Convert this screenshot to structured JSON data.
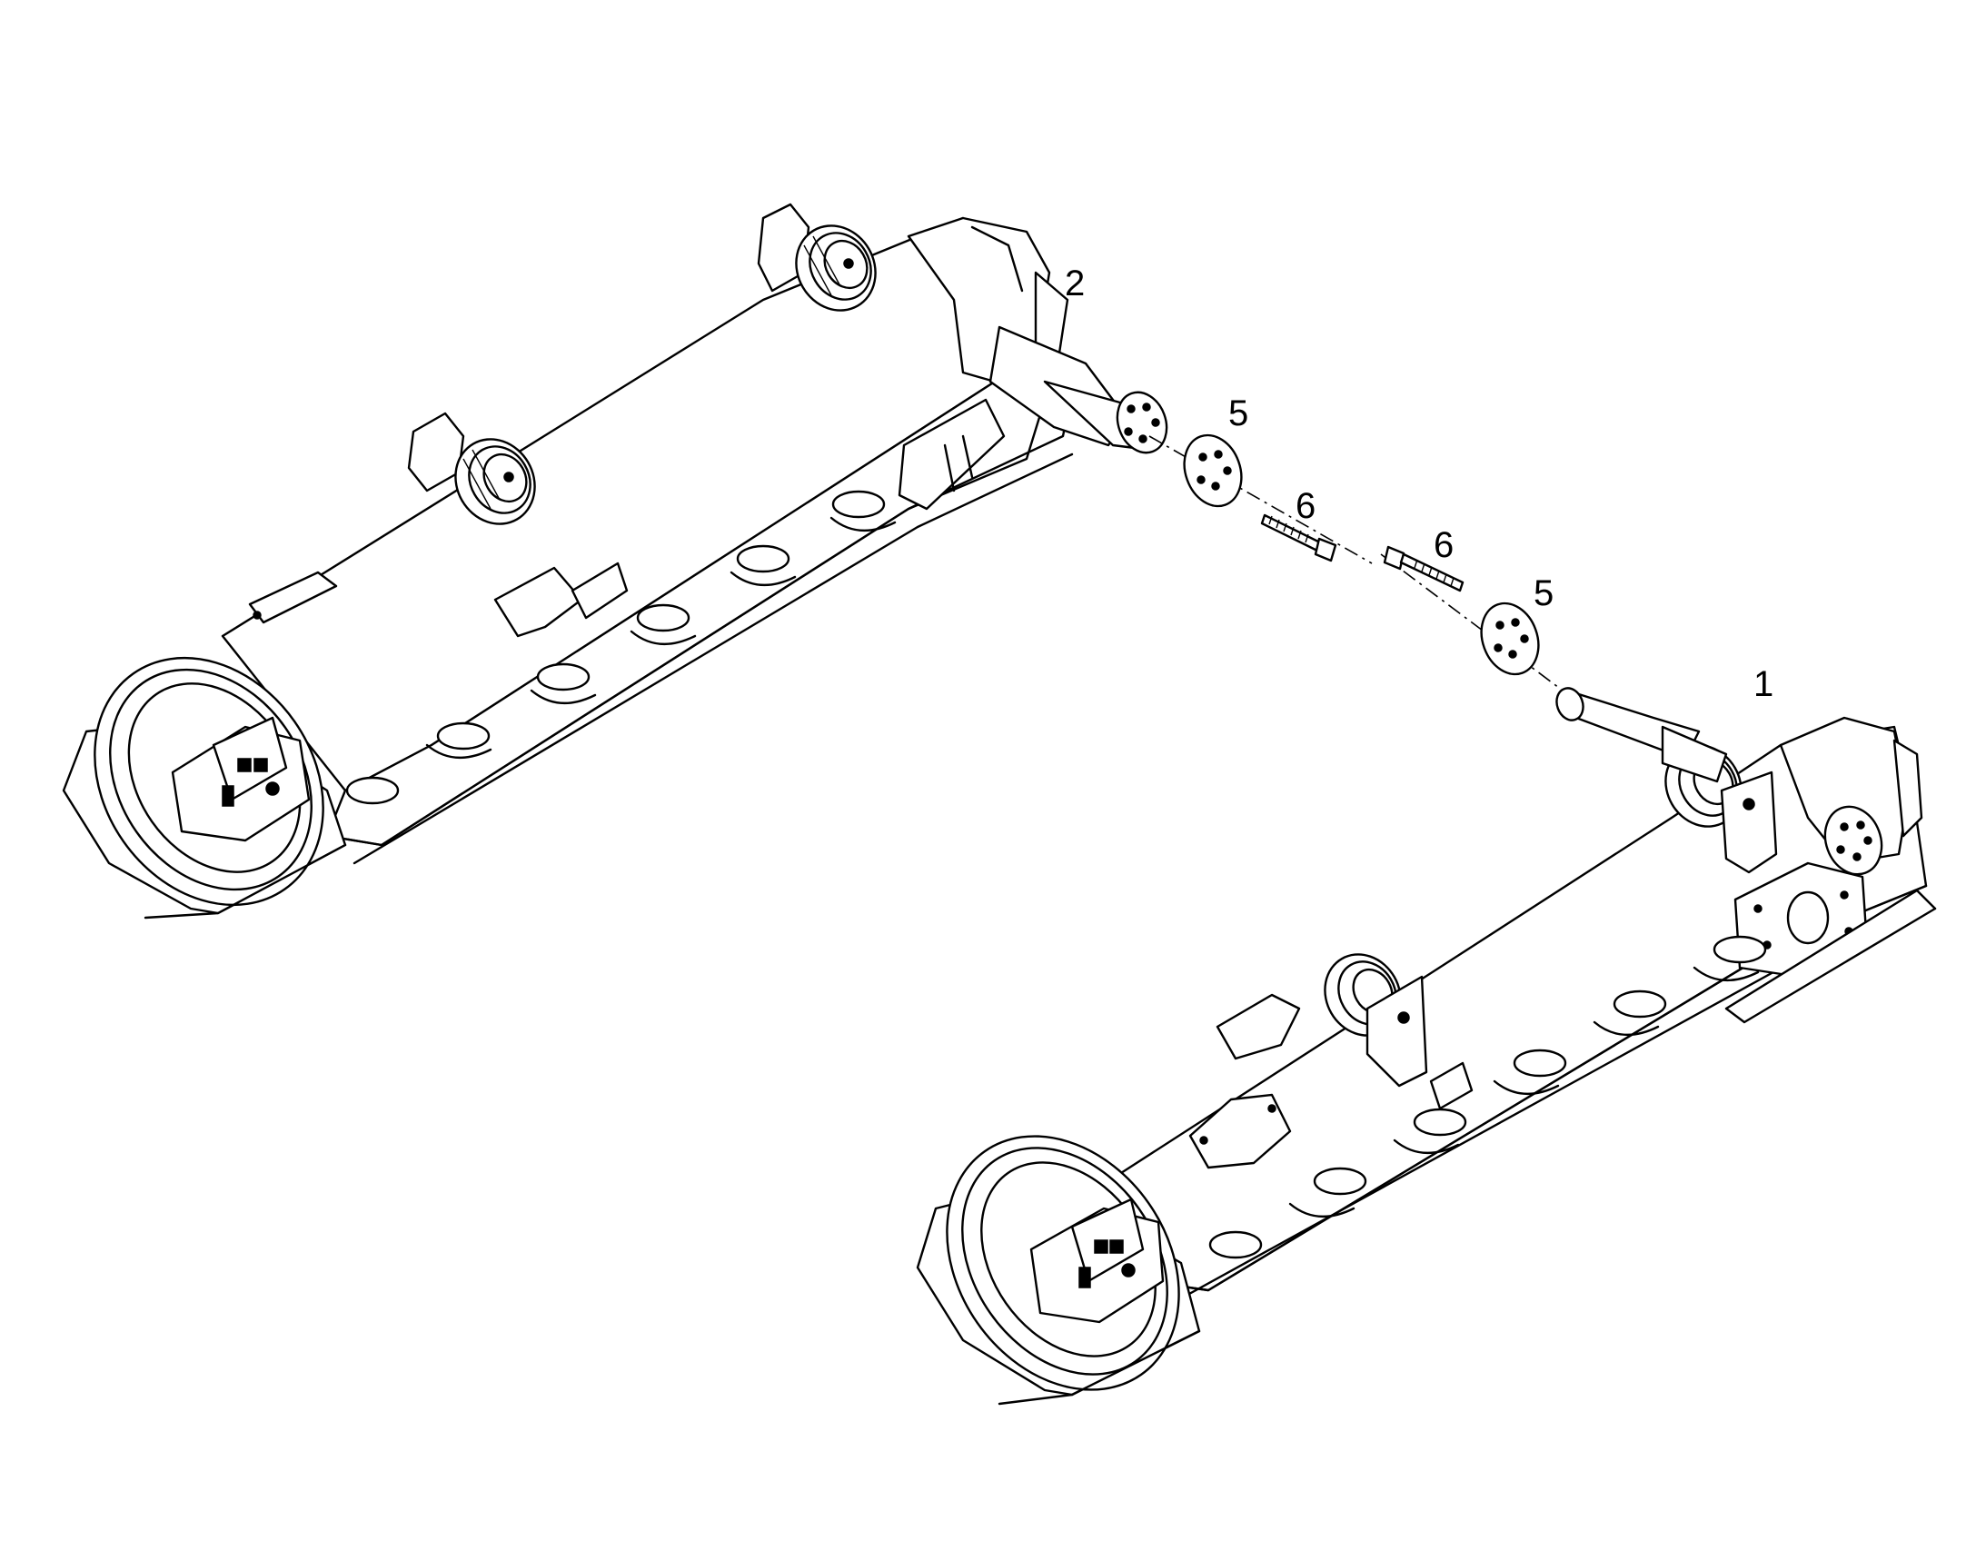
{
  "diagram": {
    "callouts": [
      {
        "id": "c1",
        "label": "1"
      },
      {
        "id": "c2",
        "label": "2"
      },
      {
        "id": "c5a",
        "label": "5"
      },
      {
        "id": "c6a",
        "label": "6"
      },
      {
        "id": "c6b",
        "label": "6"
      },
      {
        "id": "c5b",
        "label": "5"
      }
    ],
    "parts": [
      "left-track-frame",
      "right-track-frame",
      "axle-pin",
      "thrust-plate",
      "bolt",
      "front-idler",
      "track-rollers",
      "carrier-rollers"
    ]
  }
}
